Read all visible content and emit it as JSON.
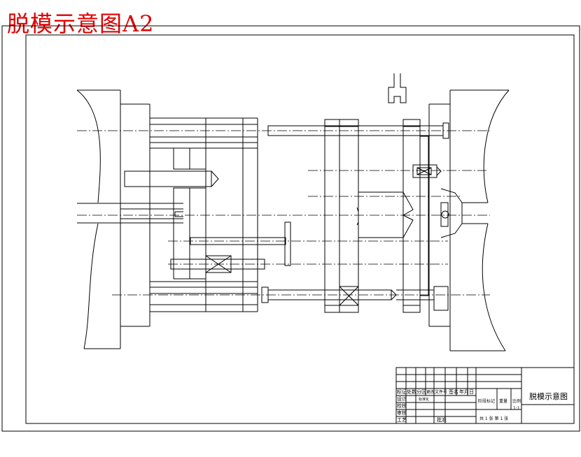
{
  "title": "脱模示意图A2",
  "title_color": "#e00000",
  "title_block": {
    "drawing_name": "脱模示意图",
    "col_headers": [
      "标记",
      "处数",
      "分区",
      "更改文件号",
      "签名",
      "年月日"
    ],
    "row_labels": [
      "设计",
      "校核",
      "审核",
      "工艺"
    ],
    "standardized": "标准化",
    "approved": "批准",
    "stage_mark": "阶段标记",
    "weight": "重量",
    "scale_label": "比例",
    "scale": "1:1",
    "sheet_info": "共 1 张  第 1 张"
  }
}
